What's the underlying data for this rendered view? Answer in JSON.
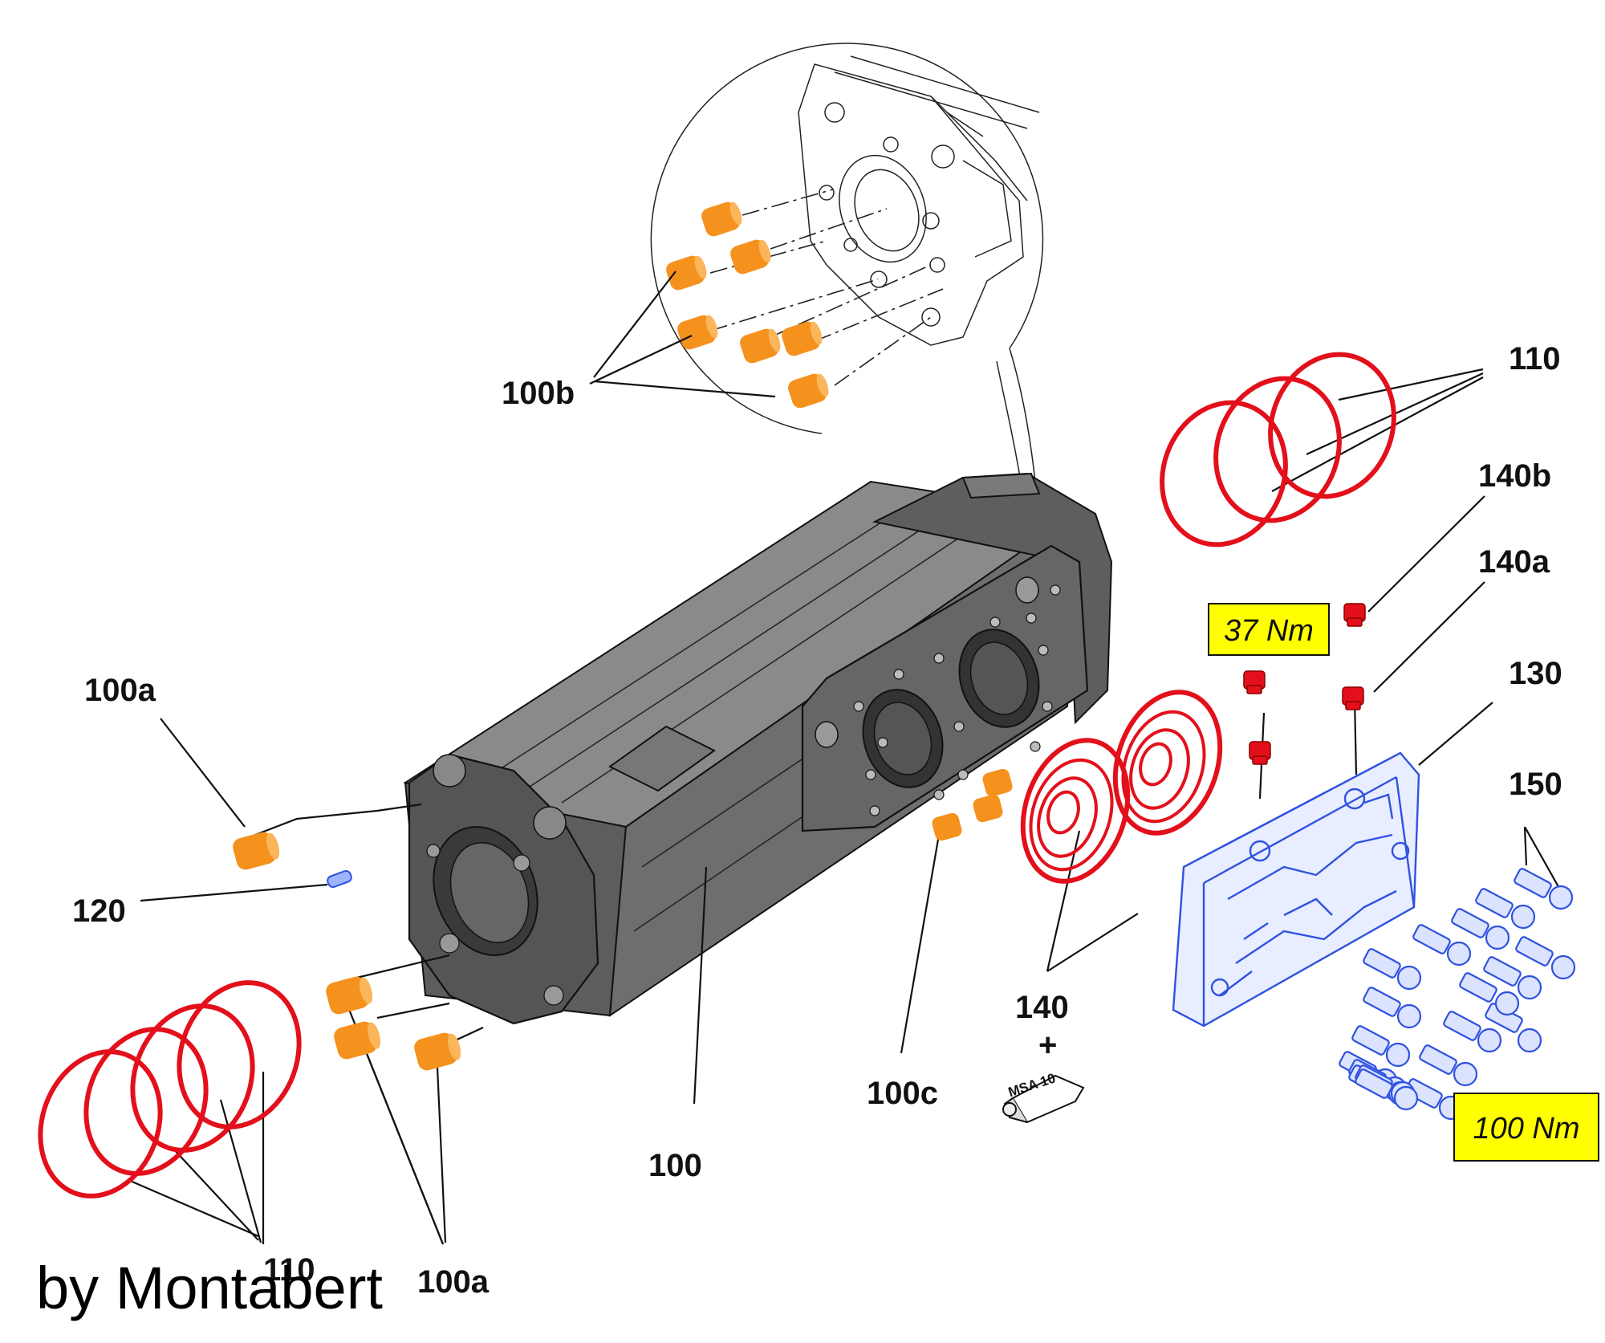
{
  "labels": {
    "l100b": "100b",
    "l110_top": "110",
    "l140b": "140b",
    "l140a": "140a",
    "l130": "130",
    "l150": "150",
    "l100a_left": "100a",
    "l120": "120",
    "l140": "140",
    "l140_plus": "+",
    "l100c": "100c",
    "l100": "100",
    "l110_bottom": "110",
    "l100a_bottom": "100a"
  },
  "torque": {
    "t37": "37 Nm",
    "t100": "100 Nm"
  },
  "tube_label": "MSA 10",
  "credit": "by Montabert",
  "colors": {
    "o_ring": "#e3101b",
    "bushing": "#f5921e",
    "cover_plate": "#2f52e0",
    "body": "#6b6b6b",
    "torque_box": "#ffff00"
  }
}
